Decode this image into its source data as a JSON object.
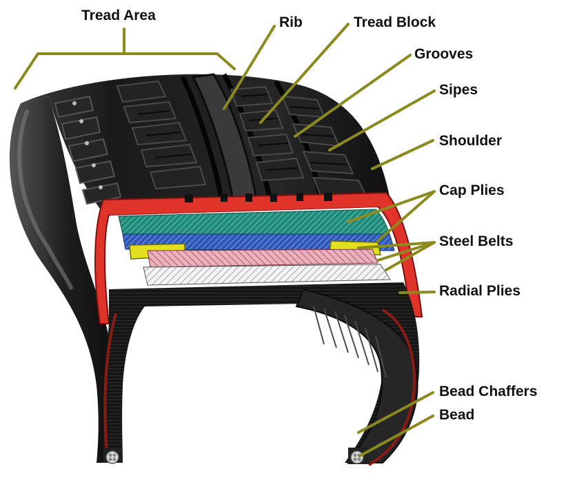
{
  "labels": {
    "tread_area": "Tread Area",
    "rib": "Rib",
    "tread_block": "Tread Block",
    "grooves": "Grooves",
    "sipes": "Sipes",
    "shoulder": "Shoulder",
    "cap_plies": "Cap Plies",
    "steel_belts": "Steel Belts",
    "radial_plies": "Radial Plies",
    "bead_chaffers": "Bead Chaffers",
    "bead": "Bead"
  },
  "colors": {
    "rubber": "#1b1b1b",
    "leader_line": "#8a8a1e",
    "inner_liner": "#e0342a",
    "cap_ply_green": "#1f8a7a",
    "cap_ply_blue": "#2e57b8",
    "belt_edge_yellow": "#e3df1e",
    "steel_belt_pink": "#d98a98",
    "radial_ply_white": "#f2f2f2"
  }
}
